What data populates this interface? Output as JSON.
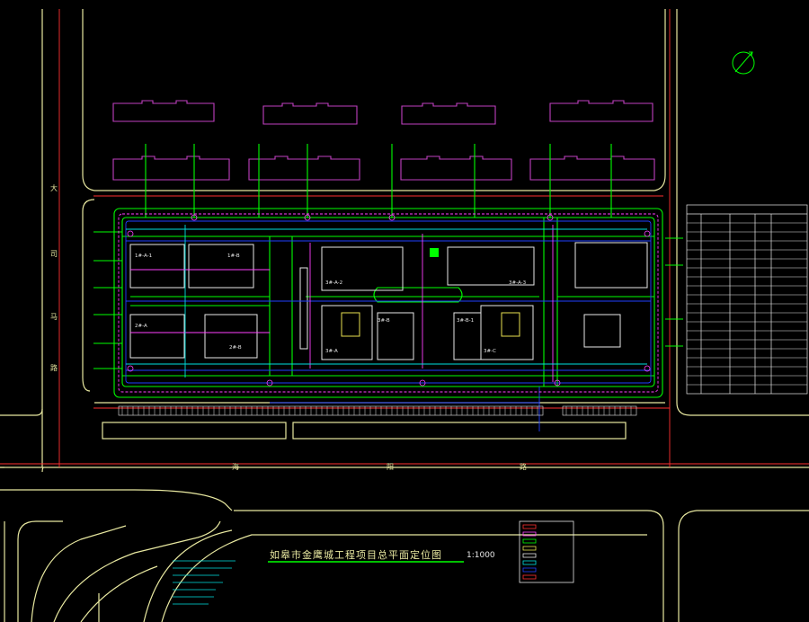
{
  "drawing": {
    "title": "如皋市金鹰城工程项目总平面定位图",
    "scale": "1:1000",
    "north_symbol": "north-arrow"
  },
  "road_labels": {
    "left_road": [
      "大",
      "司",
      "马",
      "路"
    ],
    "bottom_road": [
      "海",
      "阳",
      "路"
    ]
  },
  "buildings": [
    {
      "id": "1#-A-1",
      "label": "1#-A-1"
    },
    {
      "id": "1#-B",
      "label": "1#-B"
    },
    {
      "id": "2#-A",
      "label": "2#-A"
    },
    {
      "id": "2#-B",
      "label": "2#-B"
    },
    {
      "id": "3#-A-2",
      "label": "3#-A-2"
    },
    {
      "id": "3#-B",
      "label": "3#-B"
    },
    {
      "id": "3#-A-3",
      "label": "3#-A-3"
    },
    {
      "id": "3#-B-1",
      "label": "3#-B-1"
    },
    {
      "id": "3#-A",
      "label": "3#-A"
    },
    {
      "id": "3#-C",
      "label": "3#-C"
    }
  ],
  "colors": {
    "road": "#e8e8a0",
    "building_north": "#c040c0",
    "green_line": "#00ff00",
    "pipe_blue": "#2040ff",
    "red_line": "#ff3030",
    "white": "#e8e8e8",
    "magenta": "#ff40ff",
    "cyan": "#00e0e0"
  }
}
